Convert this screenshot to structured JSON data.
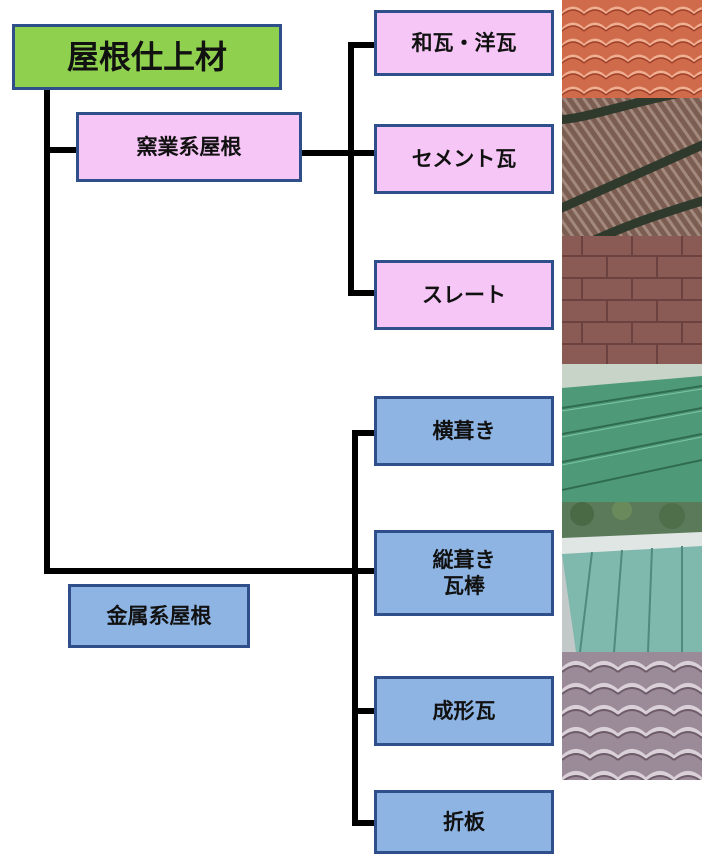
{
  "diagram": {
    "root": {
      "label": "屋根仕上材"
    },
    "categories": [
      {
        "id": "ceramic",
        "label": "窯業系屋根"
      },
      {
        "id": "metal",
        "label": "金属系屋根"
      }
    ],
    "ceramic_items": [
      {
        "label": "和瓦・洋瓦",
        "photo": "clay-tile-roof-photo"
      },
      {
        "label": "セメント瓦",
        "photo": "cement-tile-roof-photo"
      },
      {
        "label": "スレート",
        "photo": "slate-roof-photo"
      }
    ],
    "metal_items": [
      {
        "label": "横葺き",
        "photo": "horizontal-metal-roof-photo"
      },
      {
        "label": "縦葺き\n瓦棒",
        "photo": "standing-seam-metal-roof-photo"
      },
      {
        "label": "成形瓦",
        "photo": "formed-metal-tile-roof-photo"
      },
      {
        "label": "折板",
        "photo": ""
      }
    ]
  },
  "colors": {
    "root_fill": "#8fd14f",
    "ceramic_fill": "#f6c6f6",
    "metal_fill": "#8db4e2",
    "box_border": "#2f4f8a",
    "connector": "#000000"
  }
}
